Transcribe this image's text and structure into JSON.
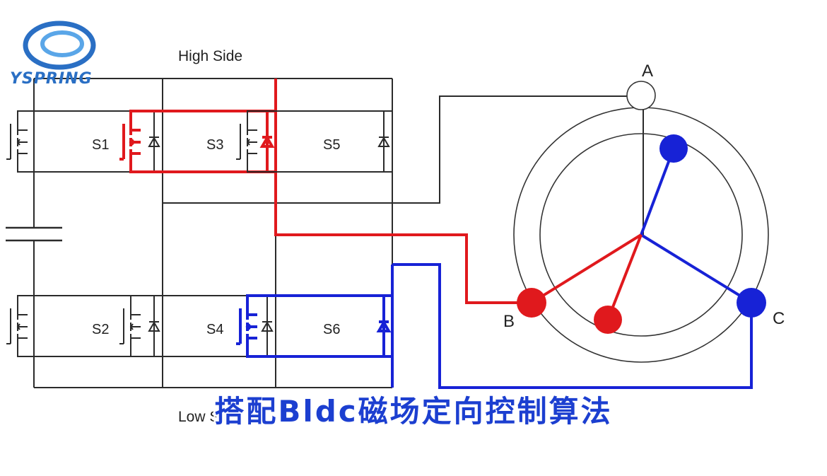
{
  "brand": {
    "name": "YSPRING",
    "colors": {
      "outer_ring": "#2a6fc4",
      "inner_ring": "#5aa6e8"
    }
  },
  "labels": {
    "high_side": "High Side",
    "low_side": "Low Side",
    "switches": [
      "S1",
      "S3",
      "S5",
      "S2",
      "S4",
      "S6"
    ],
    "phase_a": "A",
    "phase_b": "B",
    "phase_c": "C"
  },
  "caption": "搭配Bldc磁场定向控制算法",
  "colors": {
    "wire": "#2b2b2b",
    "active_high": "#e0191d",
    "active_low": "#1722d6",
    "rotor_red": "#e0191d",
    "rotor_blue": "#1722d6"
  },
  "state": {
    "active_switches": [
      "S3",
      "S6"
    ]
  }
}
